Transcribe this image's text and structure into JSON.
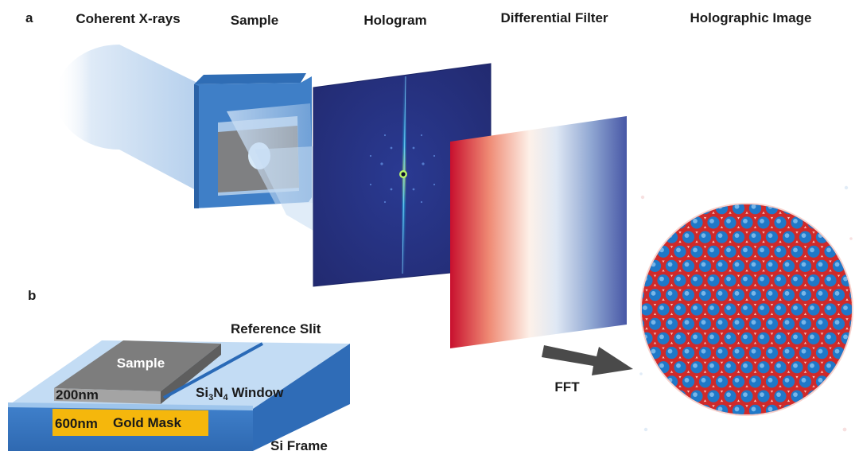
{
  "panel_labels": {
    "a": "a",
    "b": "b"
  },
  "panel_a": {
    "headers": {
      "coherent_xrays": "Coherent X-rays",
      "sample": "Sample",
      "hologram": "Hologram",
      "differential_filter": "Differential Filter",
      "holographic_image": "Holographic Image"
    },
    "fft_label": "FFT"
  },
  "panel_b": {
    "reference_slit": "Reference Slit",
    "sample": "Sample",
    "thickness_sample": "200nm",
    "thickness_mask": "600nm",
    "gold_mask": "Gold Mask",
    "window_prefix": "Si",
    "window_sub1": "3",
    "window_mid": "N",
    "window_sub2": "4",
    "window_suffix": " Window",
    "si_frame": "Si Frame"
  },
  "colors": {
    "beam": "#c9dcf2",
    "sample_frame": "#3f7fc7",
    "sample_window": "#a9c7e6",
    "sample_film": "#7c7c7c",
    "hologram_bg": "#25307a",
    "filter_red": "#c8102e",
    "filter_white": "#fbf4ef",
    "filter_blue": "#4757a6",
    "fft_arrow": "#4a4a4a",
    "si_frame": "#3b78c4",
    "si3n4_top": "#bcd8f3",
    "gold_mask": "#f5b70c",
    "domain_red": "#cf2a2a",
    "domain_blue": "#1f78c8"
  }
}
